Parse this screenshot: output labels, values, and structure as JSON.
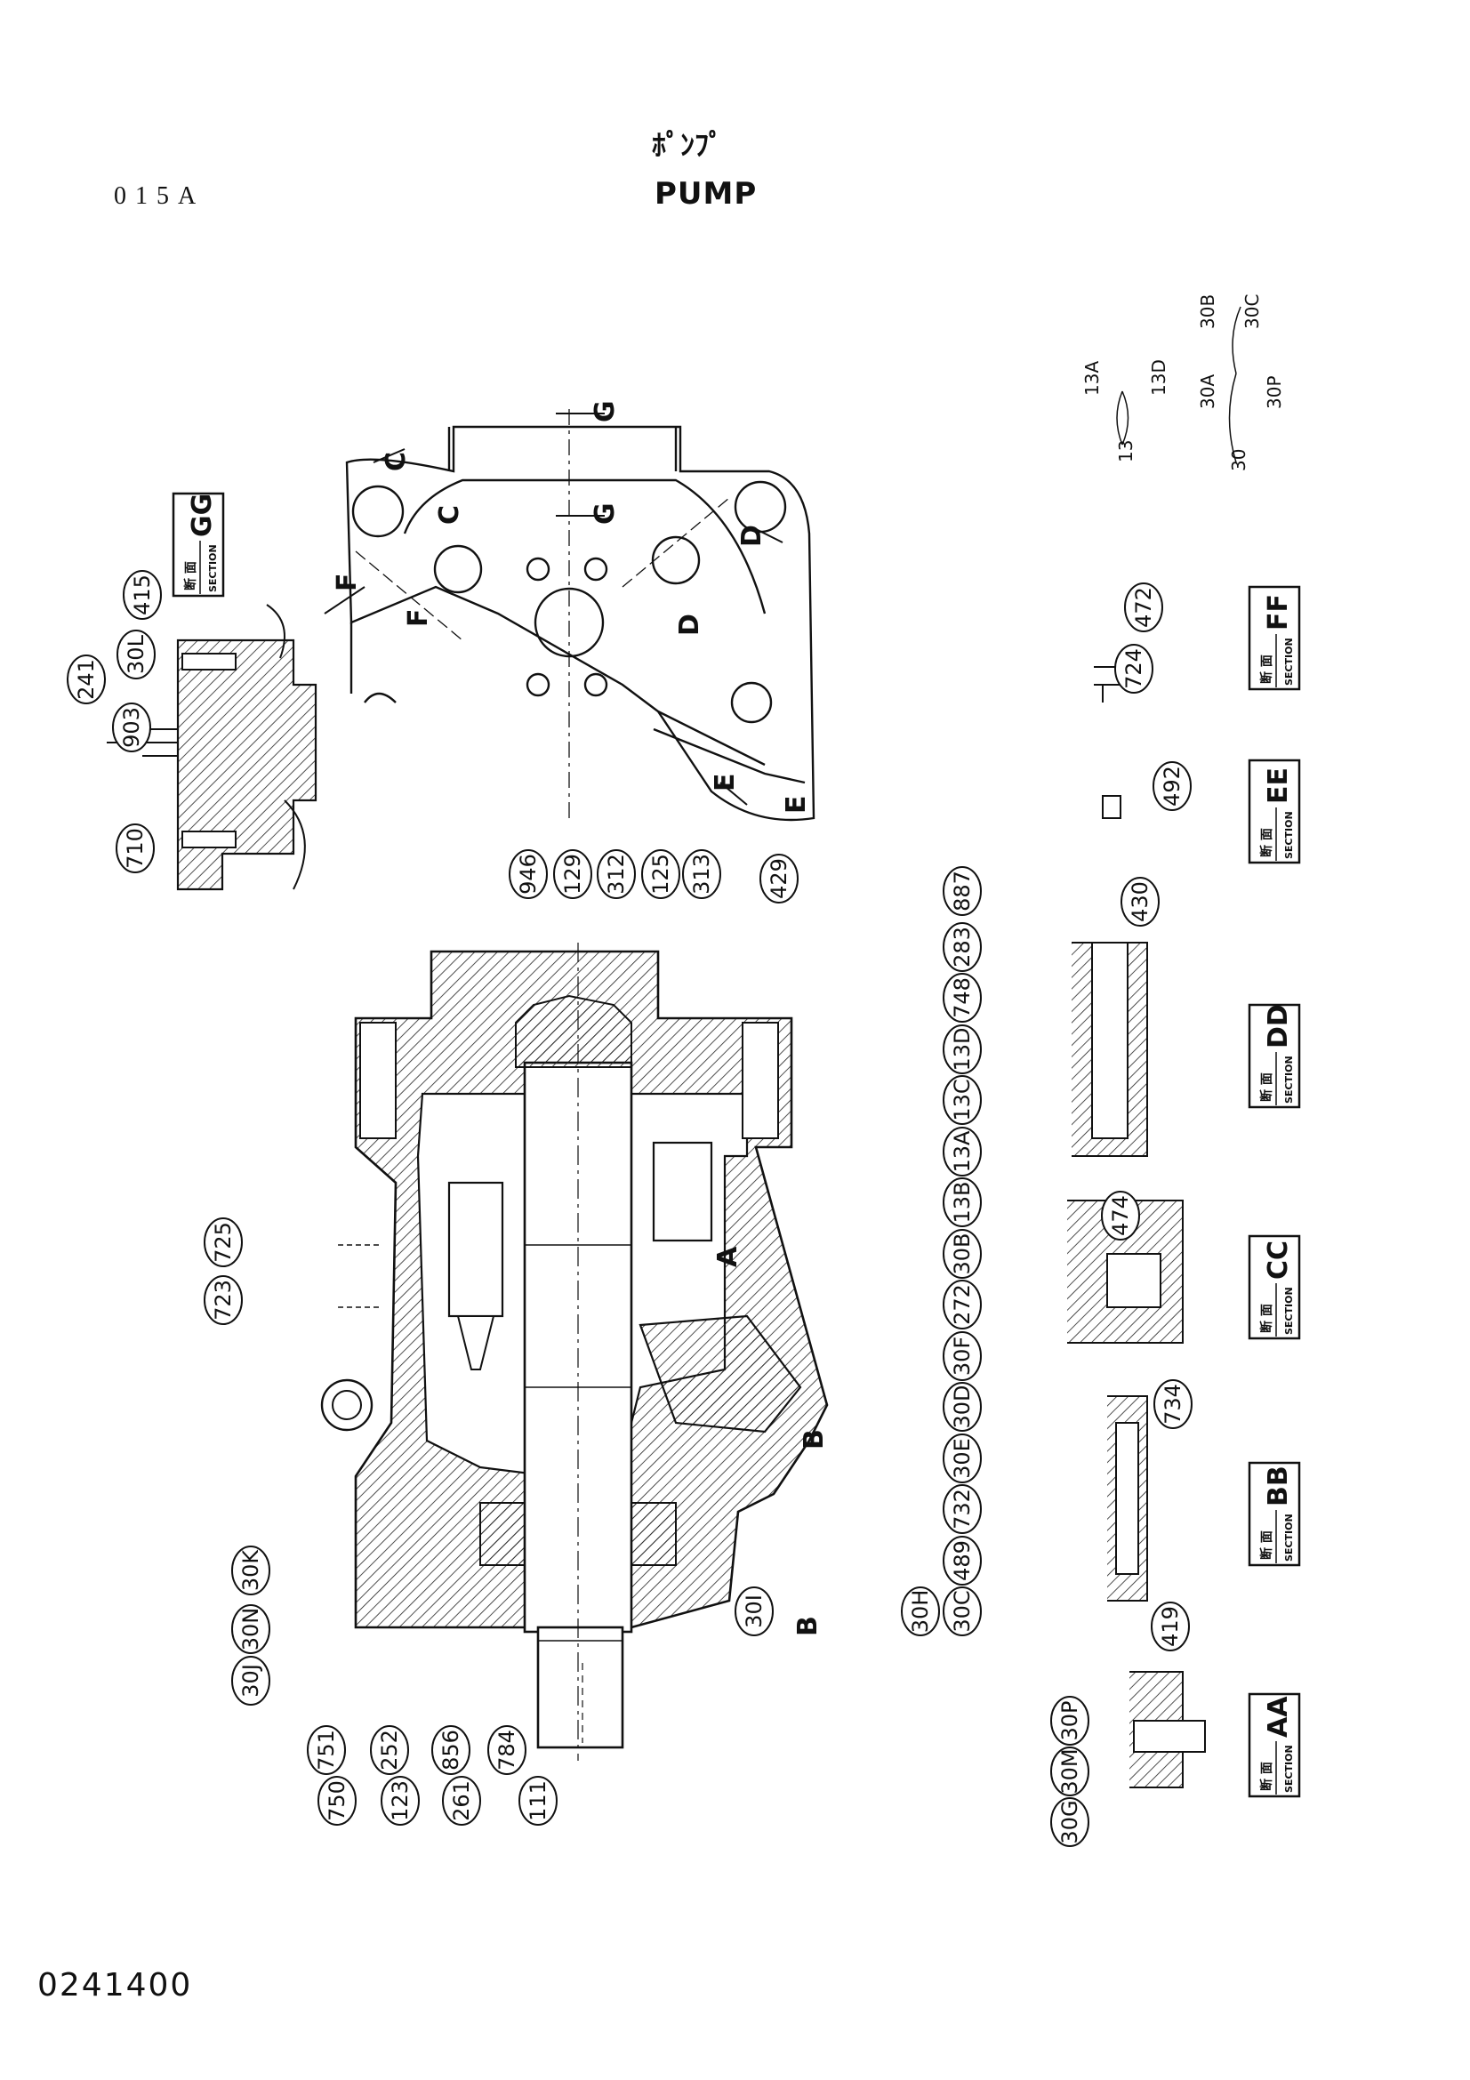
{
  "header": {
    "page_code": "015A",
    "title_jp": "ﾎﾟﾝﾌﾟ",
    "title_en": "PUMP"
  },
  "footer": {
    "doc_number": "0241400"
  },
  "section_label": {
    "jp": "断 面",
    "en": "SECTION"
  },
  "sections": [
    {
      "code": "GG"
    },
    {
      "code": "FF"
    },
    {
      "code": "EE"
    },
    {
      "code": "DD"
    },
    {
      "code": "CC"
    },
    {
      "code": "BB"
    },
    {
      "code": "AA"
    }
  ],
  "view_letters": [
    "A",
    "B",
    "C",
    "D",
    "E",
    "F",
    "G"
  ],
  "groups": [
    {
      "parent": "13",
      "from": "13A",
      "to": "13D"
    },
    {
      "parent": "30",
      "from": "30A",
      "to": "30P"
    },
    {
      "parent": "30B",
      "from": "30B",
      "to": "30C"
    }
  ],
  "callouts_main": [
    "946",
    "129",
    "312",
    "125",
    "313",
    "429",
    "887",
    "283",
    "748",
    "13D",
    "13C",
    "13A",
    "13B",
    "30B",
    "272",
    "30F",
    "30D",
    "30E",
    "732",
    "489",
    "30C",
    "30H",
    "30I",
    "725",
    "723",
    "30K",
    "30N",
    "30J",
    "751",
    "750",
    "252",
    "123",
    "856",
    "261",
    "784",
    "111"
  ],
  "callouts_gg": [
    "415",
    "30L",
    "241",
    "903",
    "710"
  ],
  "callouts_ff": [
    "472",
    "724"
  ],
  "callouts_ee": [
    "492"
  ],
  "callouts_dd": [
    "430"
  ],
  "callouts_cc": [
    "474",
    "734"
  ],
  "callouts_bb": [
    "419"
  ],
  "callouts_aa": [
    "30P",
    "30M",
    "30G"
  ]
}
